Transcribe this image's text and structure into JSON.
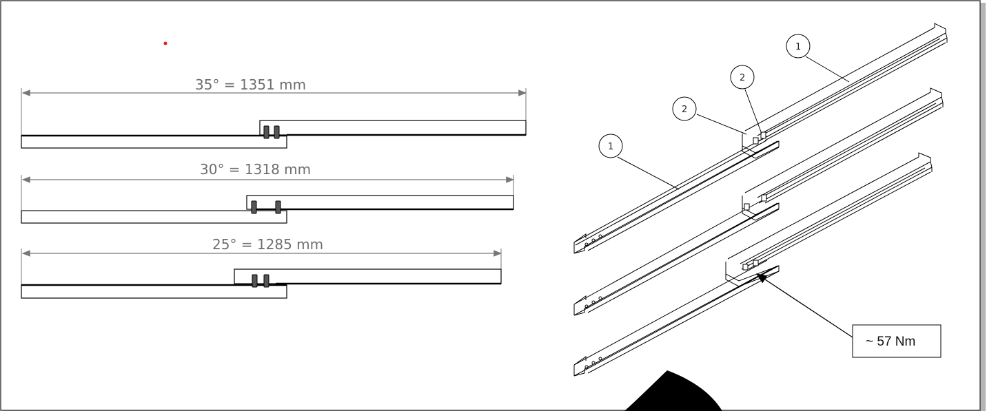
{
  "dimensions": [
    {
      "label": "35° = 1351 mm"
    },
    {
      "label": "30° = 1318 mm"
    },
    {
      "label": "25° = 1285 mm"
    }
  ],
  "balloons": [
    {
      "label": "1"
    },
    {
      "label": "2"
    },
    {
      "label": "2"
    },
    {
      "label": "1"
    }
  ],
  "torque_callout": {
    "label": "~ 57 Nm"
  },
  "colors": {
    "line": "#000000",
    "dimension": "#777777",
    "marker": "#e02020",
    "frame_shadow": "#9a9a9a"
  }
}
